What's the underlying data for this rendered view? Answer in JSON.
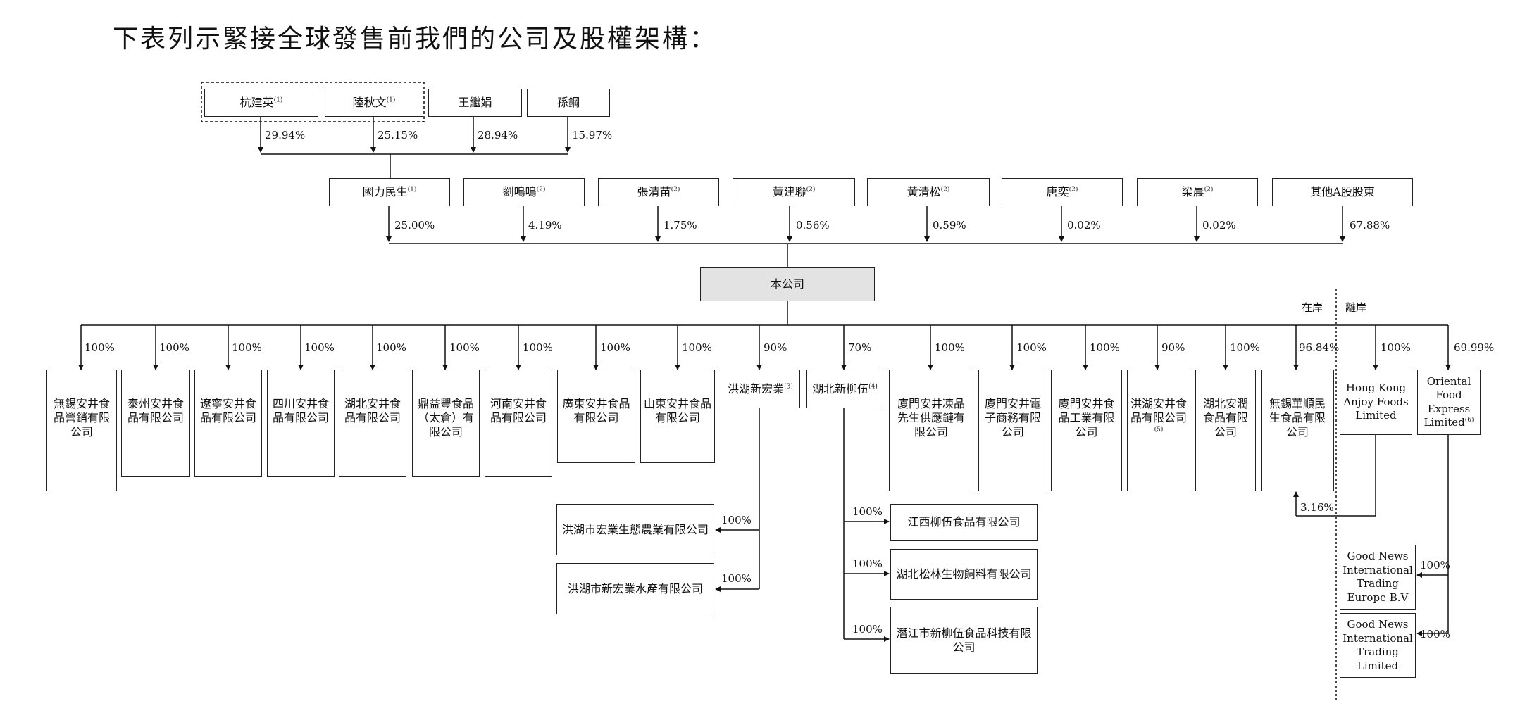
{
  "title": "下表列示緊接全球發售前我們的公司及股權架構：",
  "founders": [
    {
      "name": "杭建英",
      "note": "(1)",
      "pct": "29.94%"
    },
    {
      "name": "陸秋文",
      "note": "(1)",
      "pct": "25.15%"
    },
    {
      "name": "王繼娟",
      "note": "",
      "pct": "28.94%"
    },
    {
      "name": "孫鋼",
      "note": "",
      "pct": "15.97%"
    }
  ],
  "shareholders": [
    {
      "name": "國力民生",
      "note": "(1)",
      "pct": "25.00%"
    },
    {
      "name": "劉鳴鳴",
      "note": "(2)",
      "pct": "4.19%"
    },
    {
      "name": "張清苗",
      "note": "(2)",
      "pct": "1.75%"
    },
    {
      "name": "黃建聯",
      "note": "(2)",
      "pct": "0.56%"
    },
    {
      "name": "黃清松",
      "note": "(2)",
      "pct": "0.59%"
    },
    {
      "name": "唐奕",
      "note": "(2)",
      "pct": "0.02%"
    },
    {
      "name": "梁晨",
      "note": "(2)",
      "pct": "0.02%"
    },
    {
      "name": "其他A股股東",
      "note": "",
      "pct": "67.88%"
    }
  ],
  "company": "本公司",
  "zones": {
    "onshore": "在岸",
    "offshore": "離岸"
  },
  "subsidiaries": [
    {
      "name": "無錫安井食品營銷有限公司",
      "pct": "100%"
    },
    {
      "name": "泰州安井食品有限公司",
      "pct": "100%"
    },
    {
      "name": "遼寧安井食品有限公司",
      "pct": "100%"
    },
    {
      "name": "四川安井食品有限公司",
      "pct": "100%"
    },
    {
      "name": "湖北安井食品有限公司",
      "pct": "100%"
    },
    {
      "name": "鼎益豐食品（太倉）有限公司",
      "pct": "100%"
    },
    {
      "name": "河南安井食品有限公司",
      "pct": "100%"
    },
    {
      "name": "廣東安井食品有限公司",
      "pct": "100%"
    },
    {
      "name": "山東安井食品有限公司",
      "pct": "100%"
    },
    {
      "name": "洪湖新宏業",
      "note": "(3)",
      "pct": "90%"
    },
    {
      "name": "湖北新柳伍",
      "note": "(4)",
      "pct": "70%"
    },
    {
      "name": "廈門安井凍品先生供應鏈有限公司",
      "pct": "100%"
    },
    {
      "name": "廈門安井電子商務有限公司",
      "pct": "100%"
    },
    {
      "name": "廈門安井食品工業有限公司",
      "pct": "100%"
    },
    {
      "name": "洪湖安井食品有限公司",
      "note": "(5)",
      "pct": "90%"
    },
    {
      "name": "湖北安潤食品有限公司",
      "pct": "100%"
    },
    {
      "name": "無錫華順民生食品有限公司",
      "pct": "96.84%"
    },
    {
      "name": "Hong Kong Anjoy Foods Limited",
      "pct": "100%"
    },
    {
      "name": "Oriental Food Express Limited",
      "note": "(6)",
      "pct": "69.99%"
    }
  ],
  "hongye_subs": [
    {
      "name": "洪湖市宏業生態農業有限公司",
      "pct": "100%"
    },
    {
      "name": "洪湖市新宏業水產有限公司",
      "pct": "100%"
    }
  ],
  "liuwu_subs": [
    {
      "name": "江西柳伍食品有限公司",
      "pct": "100%"
    },
    {
      "name": "湖北松林生物飼料有限公司",
      "pct": "100%"
    },
    {
      "name": "潛江市新柳伍食品科技有限公司",
      "pct": "100%"
    }
  ],
  "hk_to_wuxi_pct": "3.16%",
  "ofe_subs": [
    {
      "name": "Good News International Trading Europe B.V",
      "pct": "100%"
    },
    {
      "name": "Good News International Trading Limited",
      "pct": "100%"
    }
  ]
}
